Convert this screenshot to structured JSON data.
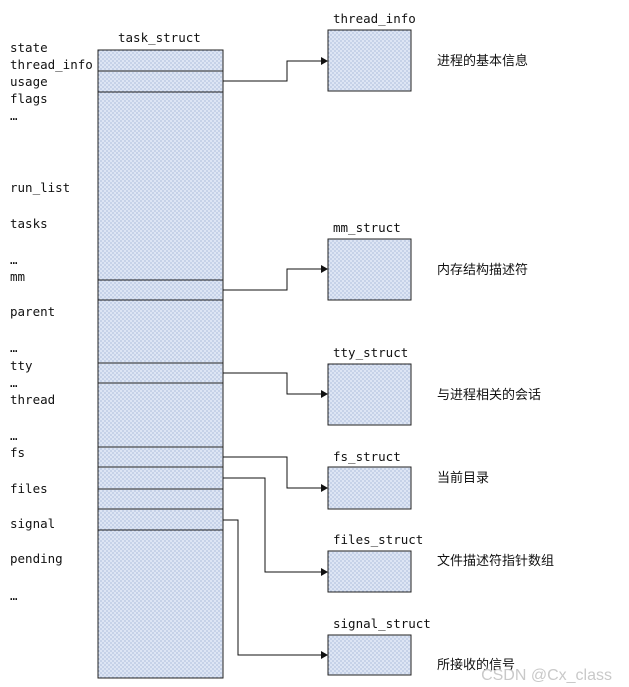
{
  "task_struct": {
    "title": "task_struct",
    "fields": [
      {
        "id": "state",
        "label": "state"
      },
      {
        "id": "thread_info",
        "label": "thread_info"
      },
      {
        "id": "usage",
        "label": "usage"
      },
      {
        "id": "flags",
        "label": "flags"
      },
      {
        "id": "dots1",
        "label": "…"
      },
      {
        "id": "run_list",
        "label": "run_list"
      },
      {
        "id": "tasks",
        "label": "tasks"
      },
      {
        "id": "dots2",
        "label": "…"
      },
      {
        "id": "mm",
        "label": "mm"
      },
      {
        "id": "parent",
        "label": "parent"
      },
      {
        "id": "dots3",
        "label": "…"
      },
      {
        "id": "tty",
        "label": "tty"
      },
      {
        "id": "dots4",
        "label": "…"
      },
      {
        "id": "thread",
        "label": "thread"
      },
      {
        "id": "dots5",
        "label": "…"
      },
      {
        "id": "fs",
        "label": "fs"
      },
      {
        "id": "files",
        "label": "files"
      },
      {
        "id": "signal",
        "label": "signal"
      },
      {
        "id": "pending",
        "label": "pending"
      },
      {
        "id": "dots6",
        "label": "…"
      }
    ]
  },
  "structs": [
    {
      "id": "thread_info",
      "title": "thread_info",
      "description": "进程的基本信息"
    },
    {
      "id": "mm_struct",
      "title": "mm_struct",
      "description": "内存结构描述符"
    },
    {
      "id": "tty_struct",
      "title": "tty_struct",
      "description": "与进程相关的会话"
    },
    {
      "id": "fs_struct",
      "title": "fs_struct",
      "description": "当前目录"
    },
    {
      "id": "files_struct",
      "title": "files_struct",
      "description": "文件描述符指针数组"
    },
    {
      "id": "signal_struct",
      "title": "signal_struct",
      "description": "所接收的信号"
    }
  ],
  "watermark": "CSDN @Cx_class",
  "colors": {
    "box_fill": "#dde5f4",
    "dot": "#8fa3c9",
    "line": "#111111"
  }
}
